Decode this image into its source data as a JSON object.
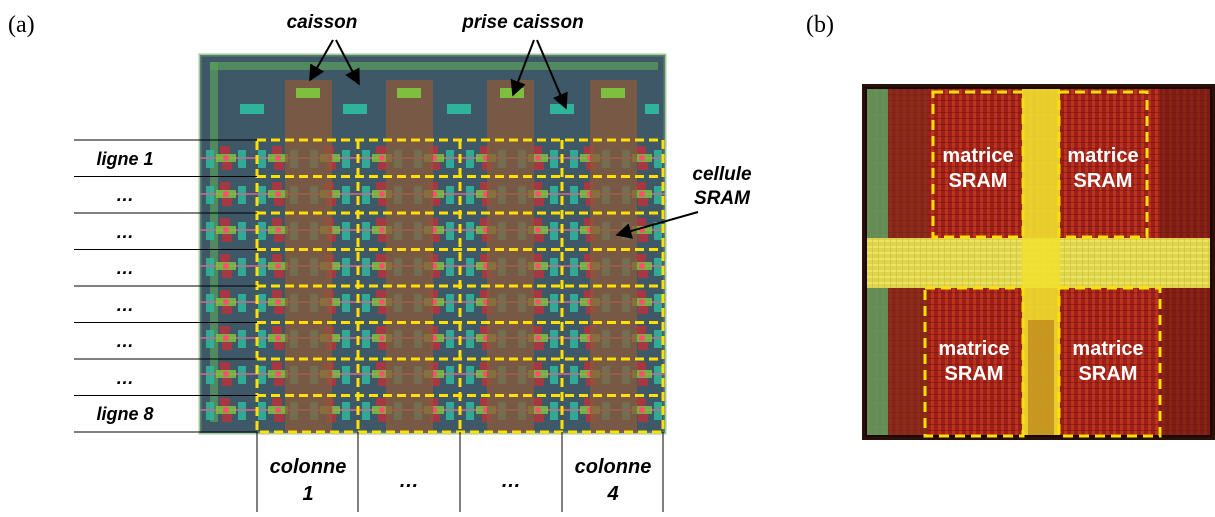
{
  "panel_a": {
    "label": "(a)",
    "annotations": {
      "caisson": "caisson",
      "prise_caisson": "prise caisson",
      "cellule": "cellule",
      "sram": "SRAM"
    },
    "rows": [
      "ligne 1",
      "…",
      "…",
      "…",
      "…",
      "…",
      "…",
      "ligne 8"
    ],
    "columns": [
      {
        "line1": "colonne",
        "line2": "1"
      },
      {
        "line1": "…",
        "line2": ""
      },
      {
        "line1": "…",
        "line2": ""
      },
      {
        "line1": "colonne",
        "line2": "4"
      }
    ]
  },
  "panel_b": {
    "label": "(b)",
    "blocks": [
      {
        "line1": "matrice",
        "line2": "SRAM"
      },
      {
        "line1": "matrice",
        "line2": "SRAM"
      },
      {
        "line1": "matrice",
        "line2": "SRAM"
      },
      {
        "line1": "matrice",
        "line2": "SRAM"
      }
    ]
  },
  "colors": {
    "layout_bg": "#3e5868",
    "nwell": "#8b5a3a",
    "contact_green": "#7fbf3f",
    "metal_teal": "#2fb39a",
    "dashed_yellow": "#ffe000",
    "chip_red": "#a8201a",
    "chip_yellow": "#ffe428"
  }
}
